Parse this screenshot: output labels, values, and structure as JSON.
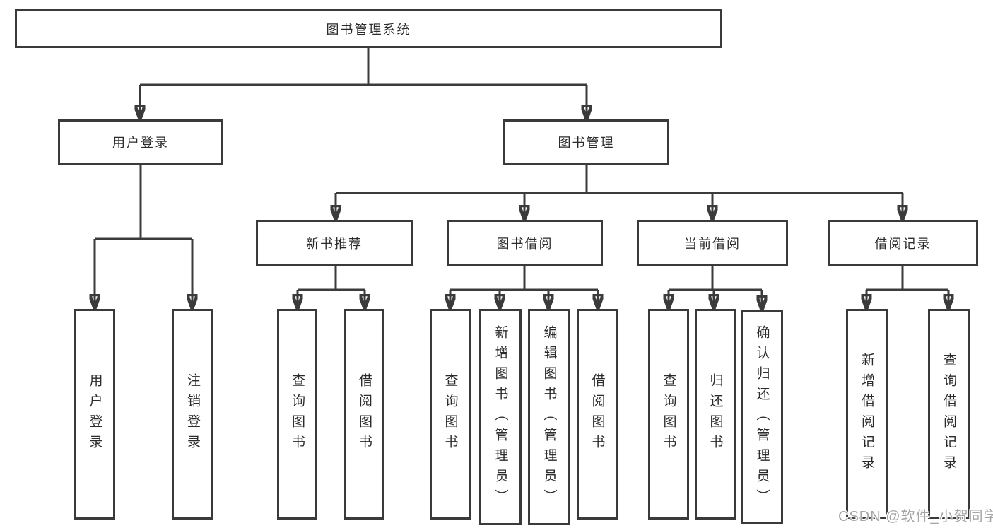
{
  "diagram": {
    "root": {
      "label": "图书管理系统",
      "children": [
        {
          "label": "用户登录",
          "children": [
            {
              "label": "用户登录"
            },
            {
              "label": "注销登录"
            }
          ]
        },
        {
          "label": "图书管理",
          "children": [
            {
              "label": "新书推荐",
              "children": [
                {
                  "label": "查询图书"
                },
                {
                  "label": "借阅图书"
                }
              ]
            },
            {
              "label": "图书借阅",
              "children": [
                {
                  "label": "查询图书"
                },
                {
                  "label": "新增图书（管理员）"
                },
                {
                  "label": "编辑图书（管理员）"
                },
                {
                  "label": "借阅图书"
                }
              ]
            },
            {
              "label": "当前借阅",
              "children": [
                {
                  "label": "查询图书"
                },
                {
                  "label": "归还图书"
                },
                {
                  "label": "确认归还（管理员）"
                }
              ]
            },
            {
              "label": "借阅记录",
              "children": [
                {
                  "label": "新增借阅记录"
                },
                {
                  "label": "查询借阅记录"
                }
              ]
            }
          ]
        }
      ]
    }
  },
  "watermark": {
    "text": "CSDN @软件_小贺同学"
  },
  "colors": {
    "line": "#3b3b3b",
    "box_border": "#3a3a3a",
    "text": "#2b2b2b",
    "watermark": "#a6a6a6",
    "background": "#ffffff"
  }
}
